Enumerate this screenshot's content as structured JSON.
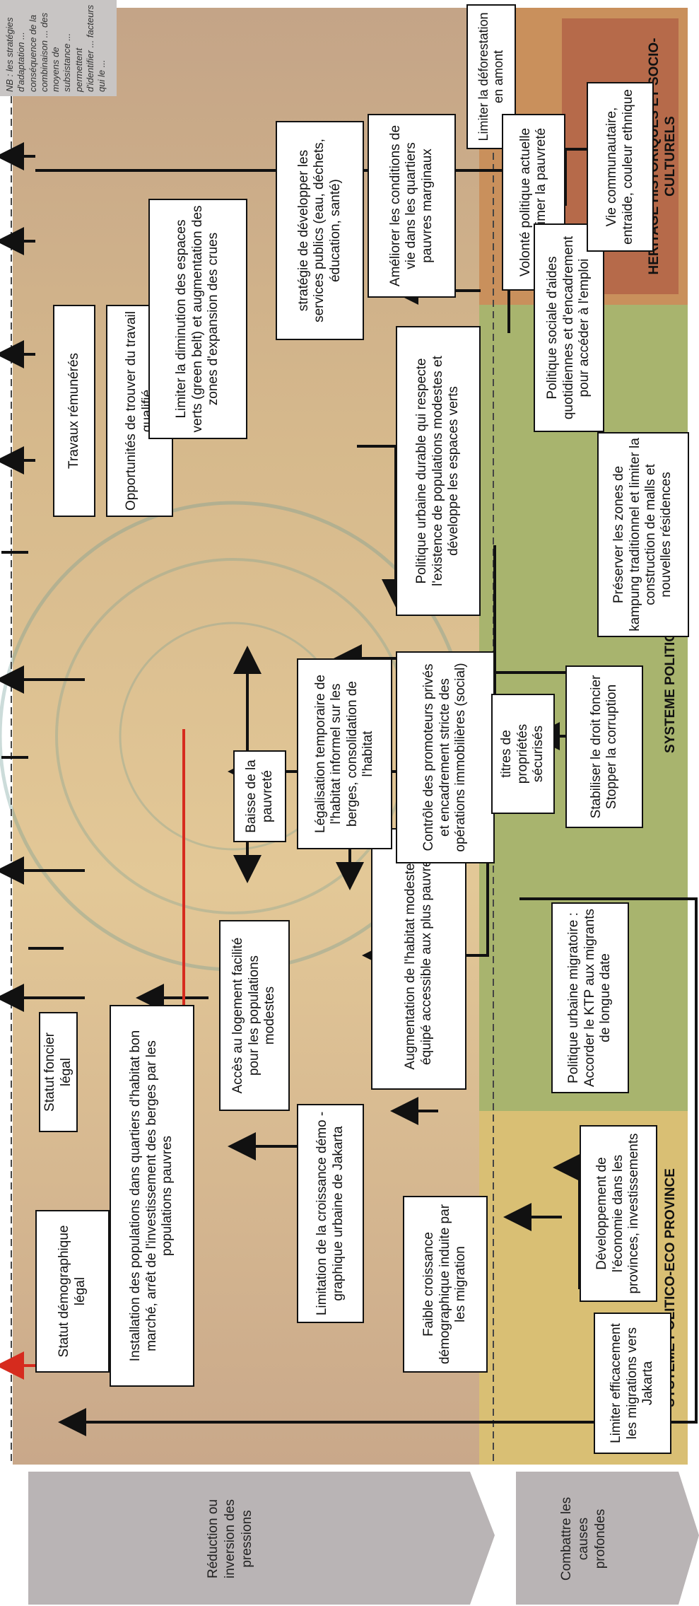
{
  "note": "NB : les stratégies d'adaptation ... conséquence de la combinaison ... des moyens de subsistance ... permettent d'identifier ... facteurs qui le ...",
  "chevrons": {
    "pressions": "Réduction ou inversion des pressions",
    "causes": "Combattre les causes profondes"
  },
  "bands": {
    "province": "SYSTEME POLITICO-ECO PROVINCE",
    "jakarta": "SYSTEME POLITICO-ECO JAKARTA",
    "heritage": "HERITAGE HISTORIQUES ET SOCIO-CULTURELS"
  },
  "boxes": {
    "deforestation": "Limiter la déforestation en amont",
    "statut_demo": "Statut démographique légal",
    "statut_foncier": "Statut foncier légal",
    "installation": "Installation des populations dans quartiers d'habitat bon marché, arrêt de l'investissement des berges par les populations pauvres",
    "acces_logement": "Accès au logement facilité pour les populations modestes",
    "limitation": "Limitation de la croissance démo -graphique urbaine de Jakarta",
    "augmentation": "Augmentation de l'habitat modeste et équipé accessible aux plus pauvres",
    "faible": "Faible croissance démographique induite par les migration",
    "travaux": "Travaux rémunérés",
    "opportunites": "Opportunités de trouver du travail qualifié",
    "baisse": "Baisse de la pauvreté",
    "legalisation": "Légalisation temporaire de l'habitat informel sur les berges, consolidation de l'habitat",
    "controle": "Contrôle des promoteurs privés et encadrement stricte des opérations immobilières (social)",
    "titres": "titres de propriétés sécurisés",
    "stabiliser": "Stabiliser le droit foncier Stopper la corruption",
    "limiter_diminution": "Limiter la diminution des espaces verts (green belt) et augmentation des zones d'expansion des crues",
    "politique_durable": "Politique urbaine durable qui respecte l'existence de populations modestes et développe les espaces verts",
    "strategie": "stratégie de développer les services publics (eau, déchets, éducation, santé)",
    "ameliorer": "Améliorer les conditions de vie dans les quartiers pauvres marginaux",
    "volonte": "Volonté politique actuelle de supprimer la pauvreté",
    "politique_sociale": "Politique sociale d'aides quotidiennes et d'encadrement pour accéder à l'emploi",
    "preserver": "Préserver les zones de kampung traditionnel et limiter la construction de malls et nouvelles résidences",
    "vie_communautaire": "Vie communautaire, entraide, couleur ethnique",
    "politique_migratoire": "Politique urbaine migratoire : Accorder le KTP aux migrants de longue date",
    "limiter_migrations": "Limiter efficacement les migrations vers Jakarta",
    "developpement": "Développement de l'économie dans les provinces, investissements"
  }
}
